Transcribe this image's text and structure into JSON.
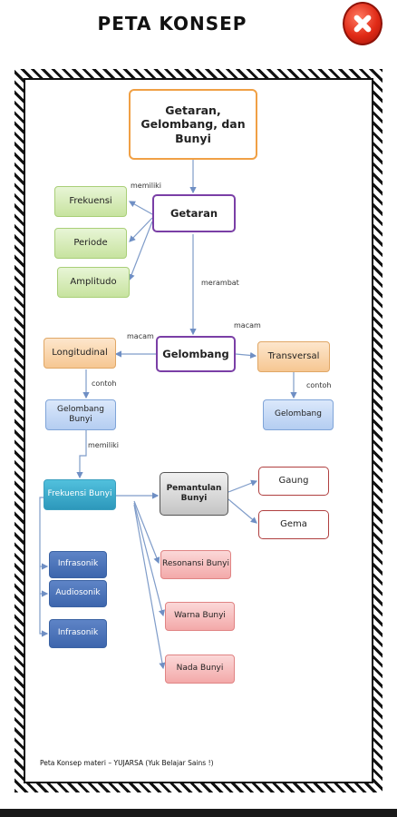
{
  "header": {
    "title": "PETA KONSEP",
    "close_icon": "close-x-icon"
  },
  "diagram": {
    "root": "Getaran, Gelombang, dan Bunyi",
    "getaran": "Getaran",
    "frekuensi": "Frekuensi",
    "periode": "Periode",
    "amplitudo": "Amplitudo",
    "gelombang": "Gelombang",
    "longitudinal": "Longitudinal",
    "transversal": "Transversal",
    "gelombang_bunyi": "Gelombang Bunyi",
    "gelombang_t": "Gelombang",
    "frekuensi_bunyi": "Frekuensi Bunyi",
    "infrasonik": "Infrasonik",
    "audiosonik": "Audiosonik",
    "ultrasonik": "Infrasonik",
    "pemantulan": "Pemantulan Bunyi",
    "gaung": "Gaung",
    "gema": "Gema",
    "resonansi": "Resonansi Bunyi",
    "warna": "Warna Bunyi",
    "nada": "Nada Bunyi",
    "labels": {
      "memiliki1": "memiliki",
      "merambat": "merambat",
      "macam1": "macam",
      "macam2": "macam",
      "contoh1": "contoh",
      "contoh2": "contoh",
      "memiliki2": "memiliki"
    },
    "footer": "Peta Konsep materi – YUJARSA (Yuk Belajar Sains !)"
  }
}
